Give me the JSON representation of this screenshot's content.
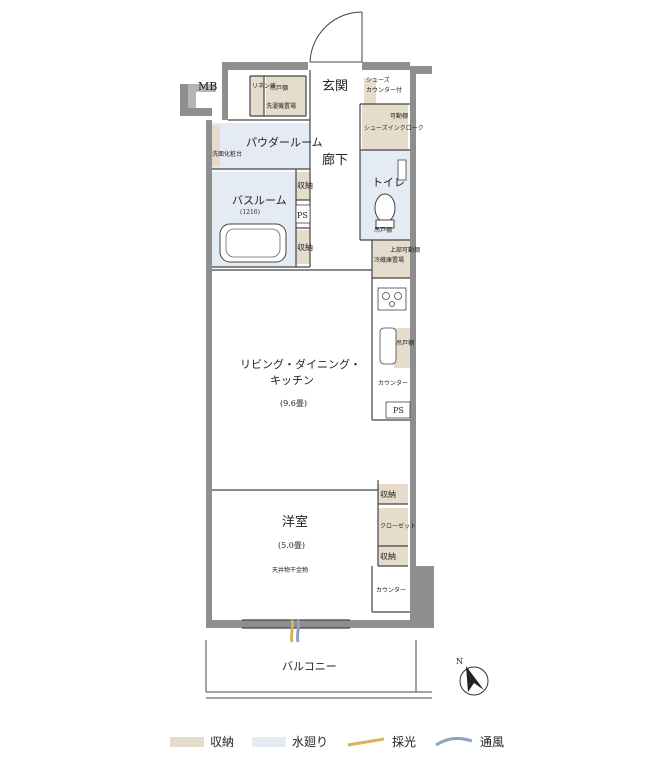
{
  "labels": {
    "mb": "MB",
    "entrance": "玄関",
    "shoe_counter": "カウンター付",
    "shoe_counter_top": "シューズ",
    "linen": "リネン庫",
    "hanging_cabinet_1": "吊戸棚",
    "washer_space": "洗濯機置場",
    "shoes_in_closet": "シューズインクローク",
    "movable_shelf_1": "可動棚",
    "powder_room": "パウダールーム",
    "washstand": "洗面化粧台",
    "hallway": "廊下",
    "toilet": "トイレ",
    "storage_1": "収納",
    "storage_2": "収納",
    "ps_1": "PS",
    "bathroom": "バスルーム",
    "bath_size": "(1216)",
    "hanging_cabinet_2": "吊戸棚",
    "fridge_space": "冷蔵庫置場",
    "upper_movable_shelf": "上部可動棚",
    "hanging_cabinet_3": "吊戸棚",
    "counter_1": "カウンター",
    "ps_2": "PS",
    "ldk_line1": "リビング・ダイニング・",
    "ldk_line2": "キッチン",
    "ldk_size": "(9.6畳)",
    "storage_3": "収納",
    "closet": "クローゼット",
    "storage_4": "収納",
    "western_room": "洋室",
    "western_size": "(5.0畳)",
    "ceiling_drying": "天井物干金物",
    "counter_2": "カウンター",
    "balcony": "バルコニー",
    "north": "N"
  },
  "legend": [
    {
      "name": "storage",
      "label": "収納",
      "color": "#e6dccb"
    },
    {
      "name": "water",
      "label": "水廻り",
      "color": "#e5ebf2"
    },
    {
      "name": "light",
      "label": "採光",
      "color": "#d8b25a"
    },
    {
      "name": "wind",
      "label": "通風",
      "color": "#8ea3c4"
    }
  ],
  "colors": {
    "wall": "#8e8e8e",
    "storage": "#e6dccb",
    "water": "#e5ebf2",
    "line": "#444444"
  }
}
